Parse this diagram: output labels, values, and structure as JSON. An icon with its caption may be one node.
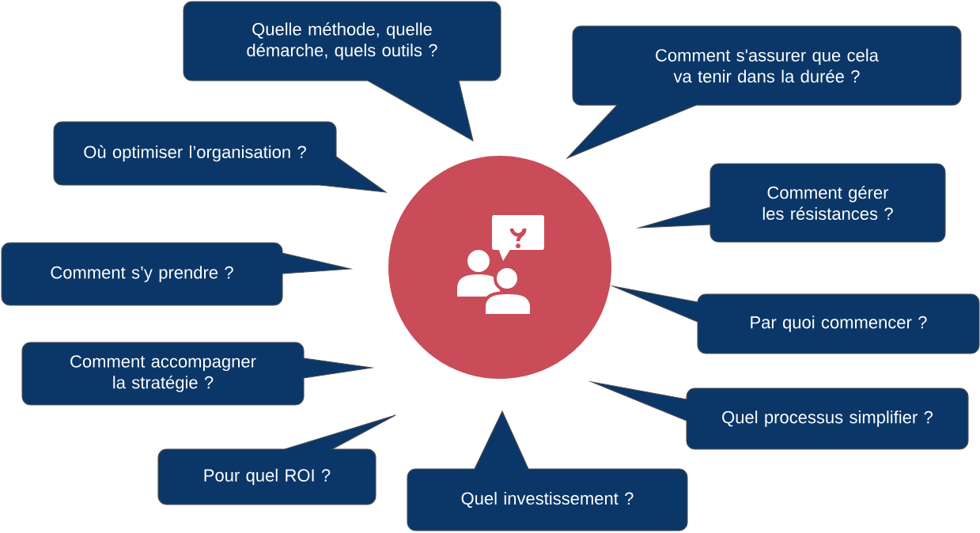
{
  "diagram": {
    "nodes": [
      {
        "text": [],
        "shape": "circle"
      },
      {
        "text": [
          "Quelle méthode, quelle démarche, quels outils ?"
        ]
      },
      {
        "text": [
          "Comment s'assurer que cela va tenir dans la durée ?"
        ]
      },
      {
        "text": [
          "Où optimiser l’organisation ?"
        ]
      },
      {
        "text": [
          "Comment gérer les résistances ?"
        ]
      },
      {
        "text": [
          "Comment s’y prendre ?"
        ]
      },
      {
        "text": [
          "Par quoi commencer ?"
        ]
      },
      {
        "text": [
          "Comment accompagner la stratégie ?"
        ]
      },
      {
        "text": [
          "Quel processus simplifier ?"
        ]
      },
      {
        "text": [
          "Pour quel ROI ?"
        ]
      },
      {
        "text": [
          "Quel investissement ?"
        ]
      }
    ]
  }
}
